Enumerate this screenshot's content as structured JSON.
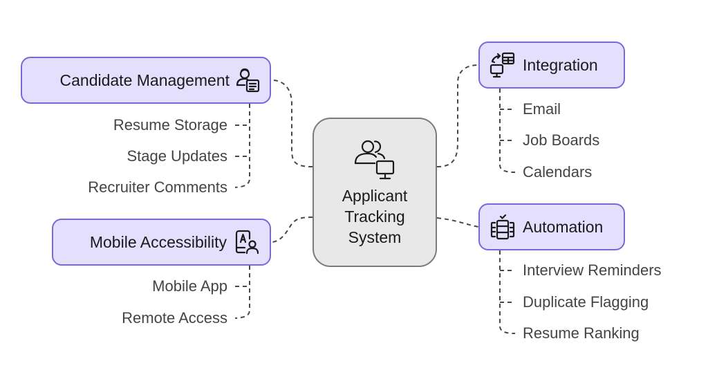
{
  "diagram": {
    "type": "mind-map",
    "center": {
      "title": "Applicant Tracking System",
      "icon": "users-monitor-icon"
    },
    "branches": [
      {
        "id": "candidate-management",
        "label": "Candidate Management",
        "icon": "user-document-icon",
        "side": "left",
        "children": [
          "Resume Storage",
          "Stage Updates",
          "Recruiter Comments"
        ]
      },
      {
        "id": "mobile-accessibility",
        "label": "Mobile Accessibility",
        "icon": "accessibility-user-icon",
        "side": "left",
        "children": [
          "Mobile App",
          "Remote Access"
        ]
      },
      {
        "id": "integration",
        "label": "Integration",
        "icon": "integration-sync-icon",
        "side": "right",
        "children": [
          "Email",
          "Job Boards",
          "Calendars"
        ]
      },
      {
        "id": "automation",
        "label": "Automation",
        "icon": "automation-database-icon",
        "side": "right",
        "children": [
          "Interview Reminders",
          "Duplicate Flagging",
          "Resume Ranking"
        ]
      }
    ]
  },
  "colors": {
    "center_fill": "#e8e8e8",
    "center_border": "#7a7a7a",
    "node_fill": "#e3dffd",
    "node_border": "#7b68d4",
    "connector": "#474747",
    "leaf_text": "#444444"
  }
}
